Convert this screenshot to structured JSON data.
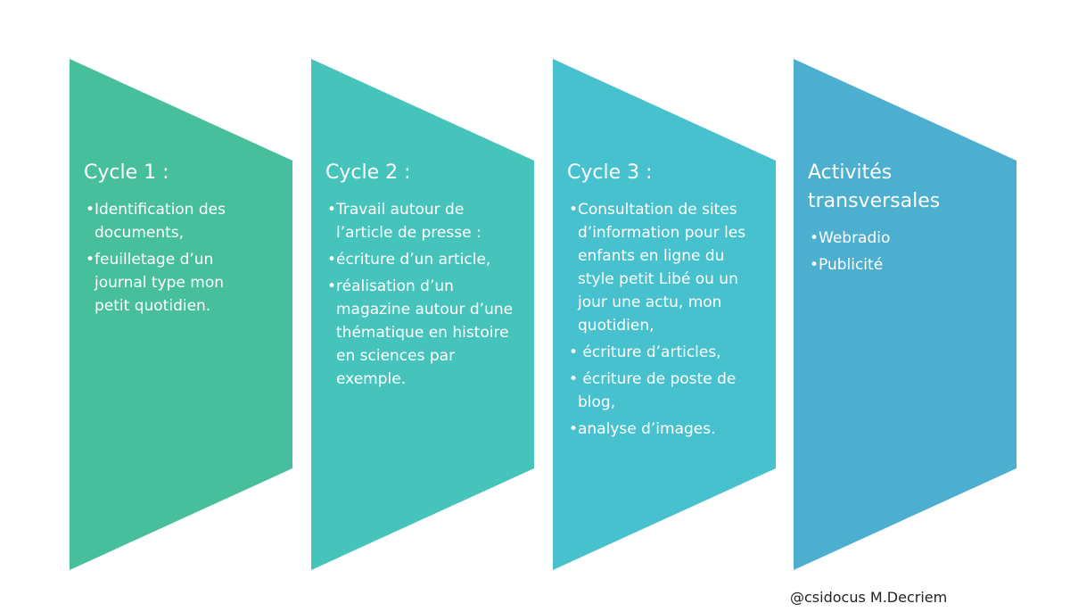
{
  "colors": {
    "panel_1": "#47BF9C",
    "panel_2": "#46C4BC",
    "panel_3": "#48C1CE",
    "panel_4": "#4DAFD0",
    "text": "#ffffff"
  },
  "panels": [
    {
      "title": "Cycle 1 :",
      "bullets": [
        "Identification des documents,",
        "feuilletage d’un journal type mon petit quotidien."
      ]
    },
    {
      "title": "Cycle 2 :",
      "bullets": [
        "Travail autour de l’article de presse :",
        "écriture d’un article,",
        "réalisation d’un magazine autour d’une thématique en histoire en sciences par exemple."
      ]
    },
    {
      "title": "Cycle 3 :",
      "bullets": [
        "Consultation de sites d’information pour les enfants en ligne du style petit Libé ou un jour une actu, mon quotidien,",
        " écriture d’articles,",
        " écriture de poste de blog,",
        "analyse d’images."
      ]
    },
    {
      "title": "Activités transversales",
      "bullets": [
        "Webradio",
        "Publicité"
      ]
    }
  ],
  "credit": "@csidocus M.Decriem"
}
